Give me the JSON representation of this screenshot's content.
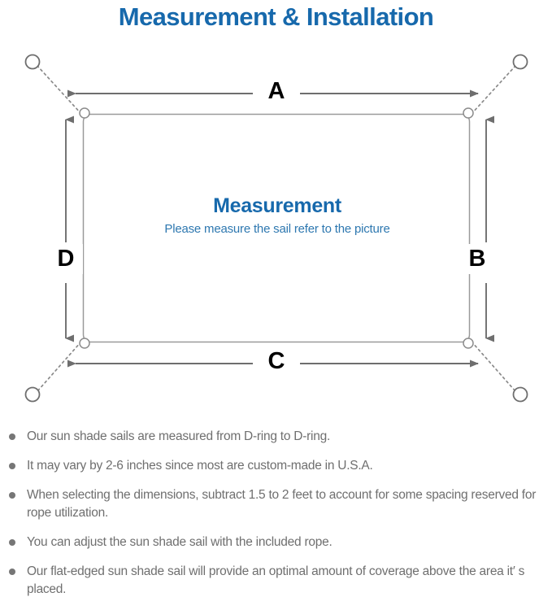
{
  "title": "Measurement & Installation",
  "colors": {
    "title_blue": "#1769AC",
    "heading_blue": "#1769AC",
    "subtext_blue": "#2E78B0",
    "line_gray": "#7A7A7A",
    "sail_border": "#9A9A9A",
    "note_text": "#6F6F6F",
    "bullet": "#767676",
    "letter_black": "#000000"
  },
  "diagram": {
    "center_heading": "Measurement",
    "center_subtext": "Please measure the sail refer to the picture",
    "dimensions": {
      "top": "A",
      "right": "B",
      "bottom": "C",
      "left": "D"
    },
    "parts": {
      "anchor_point": "anchor-ring",
      "corner_ring": "d-ring",
      "rope": "dotted-rope-line",
      "measure_arrow": "double-headed-arrow",
      "sail": "shade-sail-rectangle"
    }
  },
  "notes": [
    "Our sun shade sails are measured from D-ring to D-ring.",
    "It may vary by 2-6 inches since most are custom-made in U.S.A.",
    "When selecting the dimensions, subtract 1.5 to 2 feet to account for some spacing reserved for rope utilization.",
    "You can adjust the sun shade sail with the included rope.",
    "Our flat-edged sun shade sail will provide an optimal amount of coverage above the area it′ s placed."
  ]
}
